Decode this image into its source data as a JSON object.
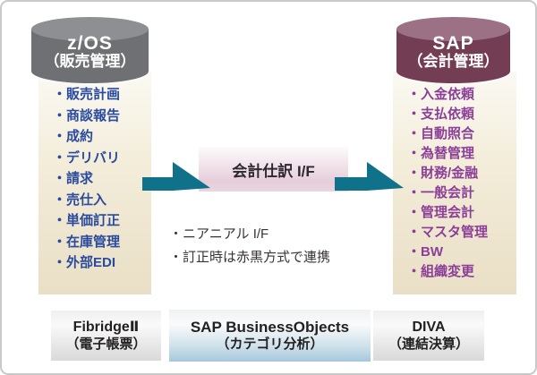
{
  "left": {
    "cylinder": {
      "title": "z/OS",
      "subtitle": "（販売管理）",
      "body_color": "#6f7073",
      "top_color": "#8e8f92"
    },
    "items": [
      "・販売計画",
      "・商談報告",
      "・成約",
      "・デリバリ",
      "・請求",
      "・売仕入",
      "・単価訂正",
      "・在庫管理",
      "・外部EDI"
    ],
    "text_color": "#2a4a9e"
  },
  "center": {
    "box_label": "会計仕訳 I/F",
    "notes": [
      "・ニアニアル I/F",
      "・訂正時は赤黒方式で連携"
    ],
    "arrow_color": "#10718a"
  },
  "right": {
    "cylinder": {
      "title": "SAP",
      "subtitle": "（会計管理）",
      "body_color": "#733d53",
      "top_color": "#9c7186"
    },
    "items": [
      "・入金依頼",
      "・支払依頼",
      "・自動照合",
      "・為替管理",
      "・財務/金融",
      "・一般会計",
      "・管理会計",
      "・マスタ管理",
      "・BW",
      "・組織変更"
    ],
    "text_color": "#8c3f97"
  },
  "bottom": {
    "boxes": [
      {
        "title": "FibridgeⅡ",
        "subtitle": "（電子帳票）"
      },
      {
        "title": "SAP BusinessObjects",
        "subtitle": "（カテゴリ分析）"
      },
      {
        "title": "DIVA",
        "subtitle": "（連結決算）"
      }
    ]
  }
}
